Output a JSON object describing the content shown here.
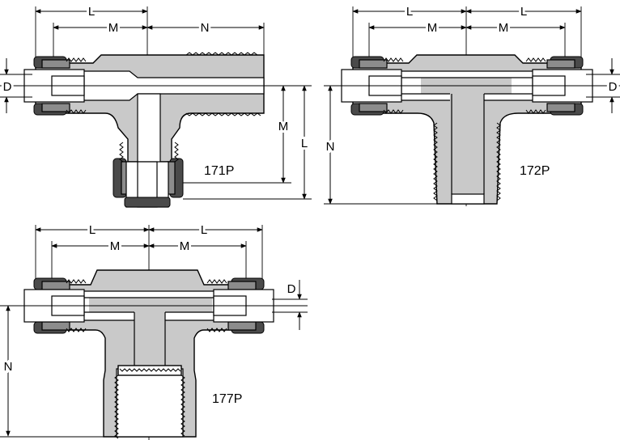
{
  "diagrams": [
    {
      "model": "171P",
      "dims": {
        "L1": "L",
        "M1": "M",
        "N": "N",
        "D": "D",
        "M2": "M",
        "L2": "L"
      }
    },
    {
      "model": "172P",
      "dims": {
        "L1": "L",
        "L2": "L",
        "M1": "M",
        "M2": "M",
        "D": "D",
        "N": "N"
      }
    },
    {
      "model": "177P",
      "dims": {
        "L1": "L",
        "L2": "L",
        "M1": "M",
        "M2": "M",
        "D": "D",
        "N": "N"
      }
    }
  ],
  "colors": {
    "body": "#c9c9c9",
    "nut": "#8c8c8c",
    "nut_dark": "#4a4a4a",
    "line": "#000000"
  }
}
